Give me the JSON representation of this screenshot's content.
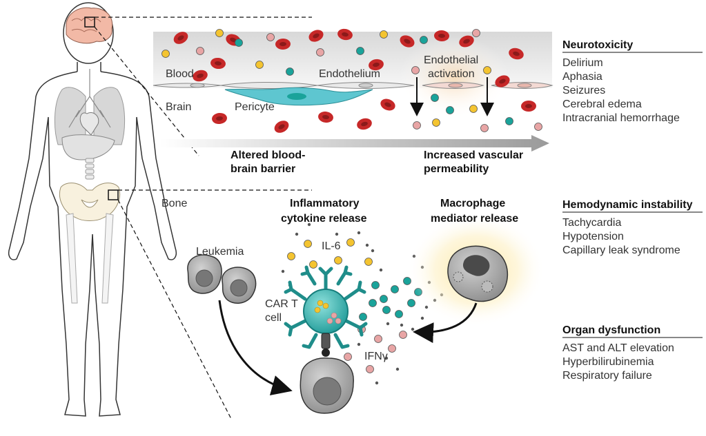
{
  "labels": {
    "blood": "Blood",
    "brain": "Brain",
    "pericyte": "Pericyte",
    "endothelium": "Endothelium",
    "endothelial_line1": "Endothelial",
    "endothelial_line2": "activation",
    "altered_line1": "Altered blood-",
    "altered_line2": "brain barrier",
    "permeability_line1": "Increased vascular",
    "permeability_line2": "permeability",
    "bone": "Bone",
    "cytokine_line1": "Inflammatory",
    "cytokine_line2": "cytokine release",
    "macrophage_line1": "Macrophage",
    "macrophage_line2": "mediator release",
    "leukemia": "Leukemia",
    "il6": "IL-6",
    "car_t_line1": "CAR T",
    "car_t_line2": "cell",
    "ifng": "IFNγ"
  },
  "panels": {
    "neurotoxicity": {
      "title": "Neurotoxicity",
      "items": [
        "Delirium",
        "Aphasia",
        "Seizures",
        "Cerebral edema",
        "Intracranial hemorrhage"
      ]
    },
    "hemodynamic": {
      "title": "Hemodynamic instability",
      "items": [
        "Tachycardia",
        "Hypotension",
        "Capillary leak syndrome"
      ]
    },
    "organ": {
      "title": "Organ dysfunction",
      "items": [
        "AST and ALT elevation",
        "Hyperbilirubinemia",
        "Respiratory failure"
      ]
    }
  },
  "colors": {
    "rbc": "#c62828",
    "cytokine_yellow": "#f4c430",
    "cytokine_teal": "#1aa39a",
    "cytokine_pink": "#e8a5a5",
    "car_t": "#2bb3b0",
    "macrophage": "#8a8a8a",
    "cell_gray": "#9e9e9e",
    "pericyte": "#5ec6d0",
    "skin": "#ffffff"
  }
}
